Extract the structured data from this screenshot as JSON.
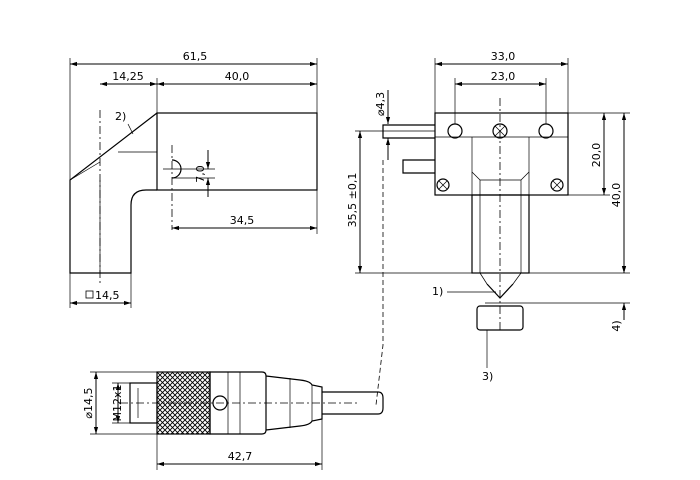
{
  "side_view": {
    "dim_overall_length": "61,5",
    "dim_offset": "14,25",
    "dim_body_length": "40,0",
    "dim_hole_offset": "7,0",
    "dim_hole_to_end": "34,5",
    "dim_square": "14,5",
    "callout_2": "2)"
  },
  "front_view": {
    "dim_width": "33,0",
    "dim_hole_spacing": "23,0",
    "dim_hole_diameter": "4,3",
    "dim_height_upper": "20,0",
    "dim_height_total": "40,0",
    "dim_axis_height": "35,5 ±0,1",
    "dim_gap": "4)",
    "callout_1": "1)",
    "callout_3": "3)"
  },
  "connector_view": {
    "dim_diameter": "14,5",
    "dim_thread": "M12x1",
    "dim_length": "42,7"
  }
}
